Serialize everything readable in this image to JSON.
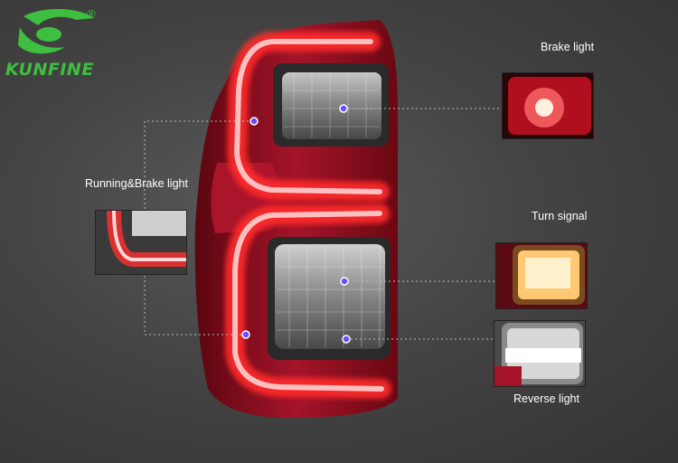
{
  "brand": {
    "name": "KUNFINE",
    "mark": "®"
  },
  "labels": {
    "brake": "Brake light",
    "running_brake": "Running&Brake light",
    "turn": "Turn signal",
    "reverse": "Reverse light"
  },
  "colors": {
    "red_glow": "#ff3b3b",
    "housing": "#8c0d1b",
    "brand_green": "#3fbf3f",
    "turn_amber": "#ffc873",
    "marker": "#6a4cff"
  }
}
